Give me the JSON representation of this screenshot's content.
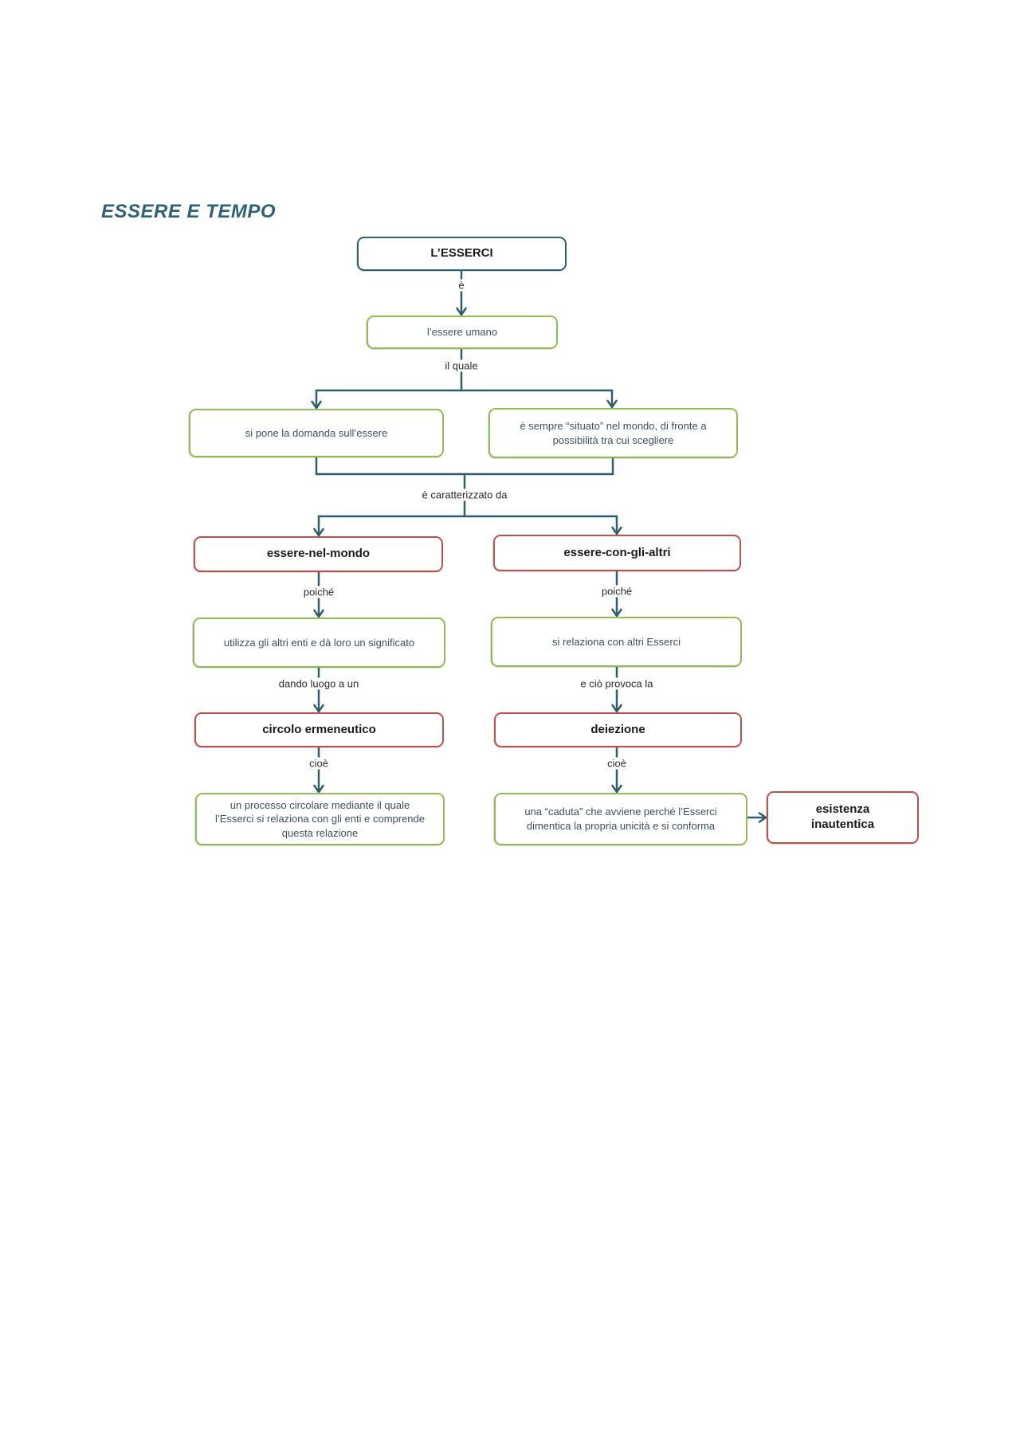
{
  "page": {
    "title": "ESSERE E TEMPO"
  },
  "colors": {
    "teal_line": "#2d5f6e",
    "green_border": "#94ba54",
    "red_border": "#c0504d",
    "title_text": "#2f6275"
  },
  "nodes": {
    "esserci": "L’ESSERCI",
    "essere_umano": "l’essere umano",
    "si_pone": "si pone la domanda sull’essere",
    "situato": "è sempre “situato” nel mondo, di fronte a possibilità tra cui scegliere",
    "essere_nel_mondo": "essere-nel-mondo",
    "essere_con_gli_altri": "essere-con-gli-altri",
    "utilizza": "utilizza gli altri enti e dà loro un significato",
    "si_relaziona": "si relaziona con altri Esserci",
    "circolo_ermeneutico": "circolo ermeneutico",
    "deiezione": "deiezione",
    "processo_circolare": "un processo circolare mediante il quale l’Esserci si relaziona con gli enti e comprende questa relazione",
    "caduta": "una “caduta” che avviene perché l’Esserci dimentica la propria unicità e si conforma",
    "esistenza_inautentica": "esistenza inautentica"
  },
  "edge_labels": {
    "e": "è",
    "il_quale": "il quale",
    "caratterizzato": "è caratterizzato da",
    "poiche_left": "poiché",
    "poiche_right": "poiché",
    "dando_luogo": "dando luogo a un",
    "cio_provoca": "e ciò provoca la",
    "cioe_left": "cioè",
    "cioe_right": "cioè"
  }
}
